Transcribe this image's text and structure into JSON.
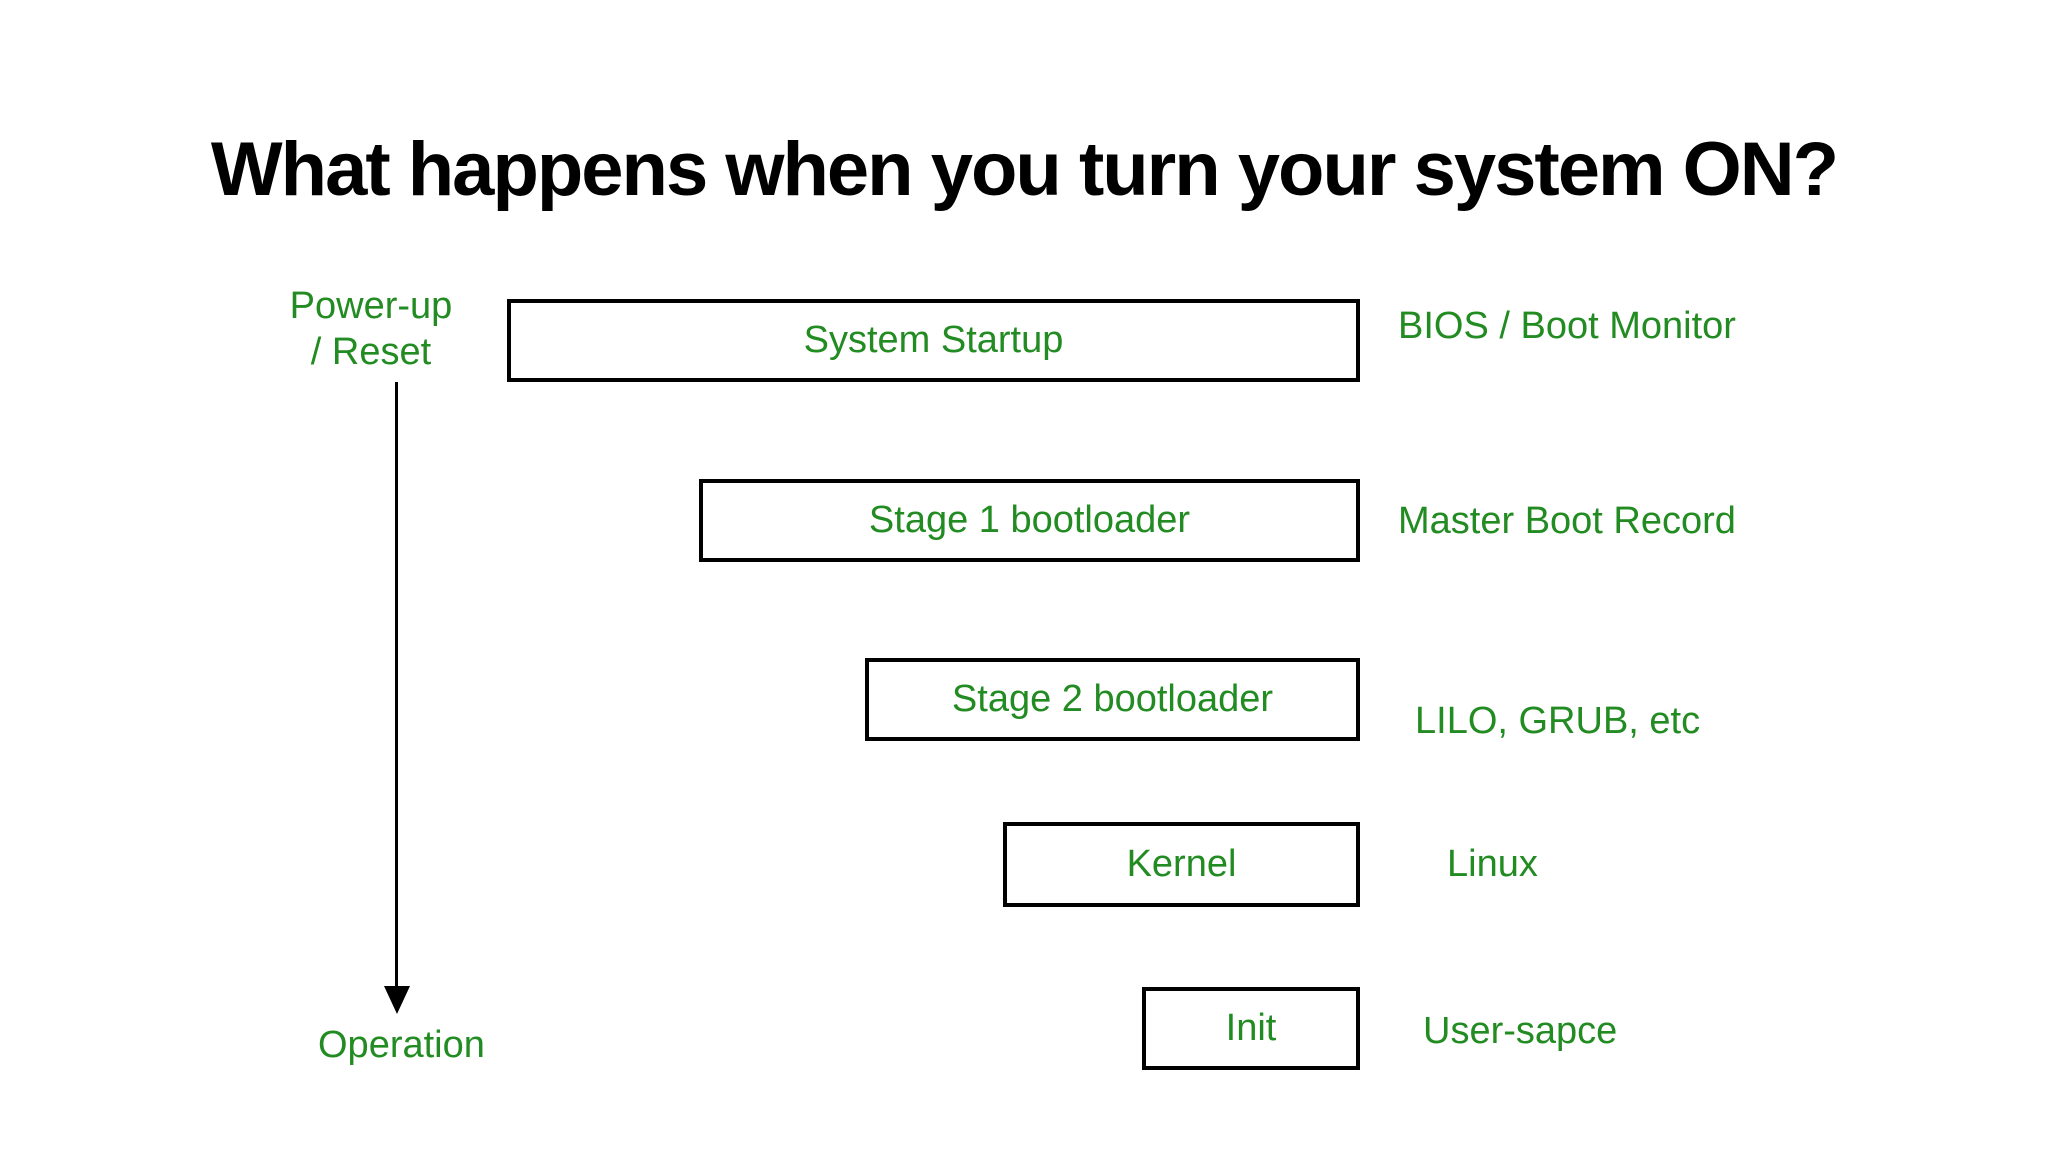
{
  "title": "What happens when you turn your system ON?",
  "colors": {
    "text_green": "#228B22",
    "title_black": "#000000",
    "box_border": "#000000",
    "arrow": "#000000",
    "background": "#ffffff"
  },
  "timeline": {
    "start_label_line1": "Power-up",
    "start_label_line2": "/ Reset",
    "end_label": "Operation",
    "arrow_direction": "down"
  },
  "steps": [
    {
      "box": "System Startup",
      "annotation": "BIOS / Boot Monitor"
    },
    {
      "box": "Stage 1 bootloader",
      "annotation": "Master Boot Record"
    },
    {
      "box": "Stage 2 bootloader",
      "annotation": "LILO, GRUB, etc"
    },
    {
      "box": "Kernel",
      "annotation": "Linux"
    },
    {
      "box": "Init",
      "annotation": "User-sapce"
    }
  ]
}
